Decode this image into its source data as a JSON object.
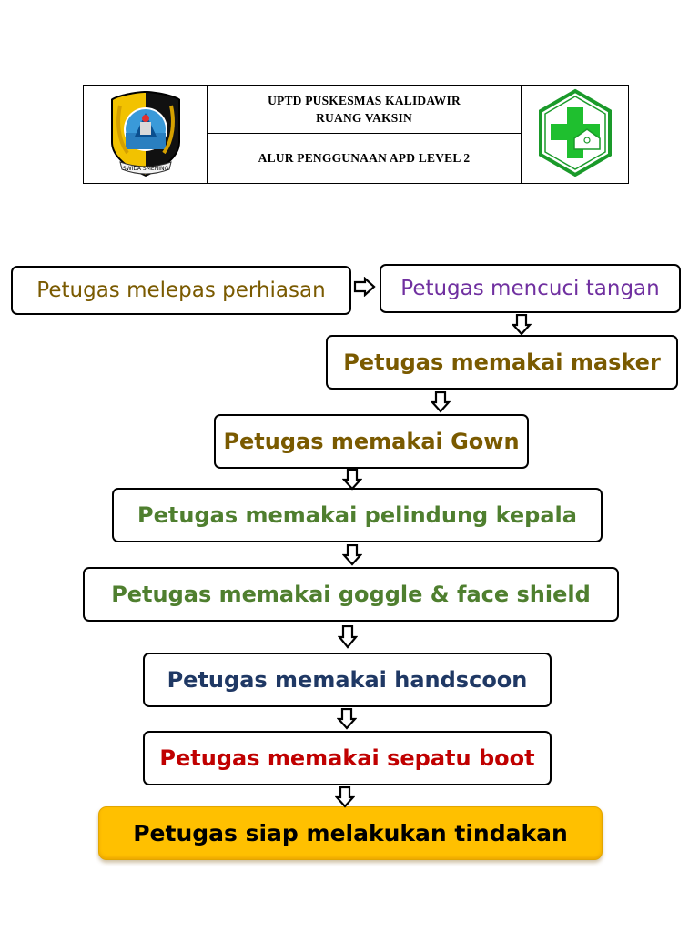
{
  "header": {
    "line1": "UPTD PUSKESMAS KALIDAWIR",
    "line2": "RUANG VAKSIN",
    "subtitle": "ALUR PENGGUNAAN APD LEVEL 2",
    "left_logo": "regency-crest-logo",
    "right_logo": "puskesmas-green-cross-logo",
    "left_logo_ribbon": "SWIDA SMENING"
  },
  "flow": {
    "steps": [
      {
        "label": "Petugas melepas perhiasan",
        "color": "#7a5a00"
      },
      {
        "label": "Petugas mencuci tangan",
        "color": "#7030a0"
      },
      {
        "label": "Petugas memakai masker",
        "color": "#7a5a00"
      },
      {
        "label": "Petugas memakai Gown",
        "color": "#7a5a00"
      },
      {
        "label": "Petugas memakai pelindung kepala",
        "color": "#4f7f2f"
      },
      {
        "label": "Petugas memakai goggle & face shield",
        "color": "#4f7f2f"
      },
      {
        "label": "Petugas memakai handscoon",
        "color": "#1f3864"
      },
      {
        "label": "Petugas memakai sepatu boot",
        "color": "#c00000"
      },
      {
        "label": "Petugas siap melakukan tindakan",
        "color": "#000000"
      }
    ],
    "arrow_icon": "hollow-arrow-icon",
    "final_fill": "#ffc000"
  }
}
